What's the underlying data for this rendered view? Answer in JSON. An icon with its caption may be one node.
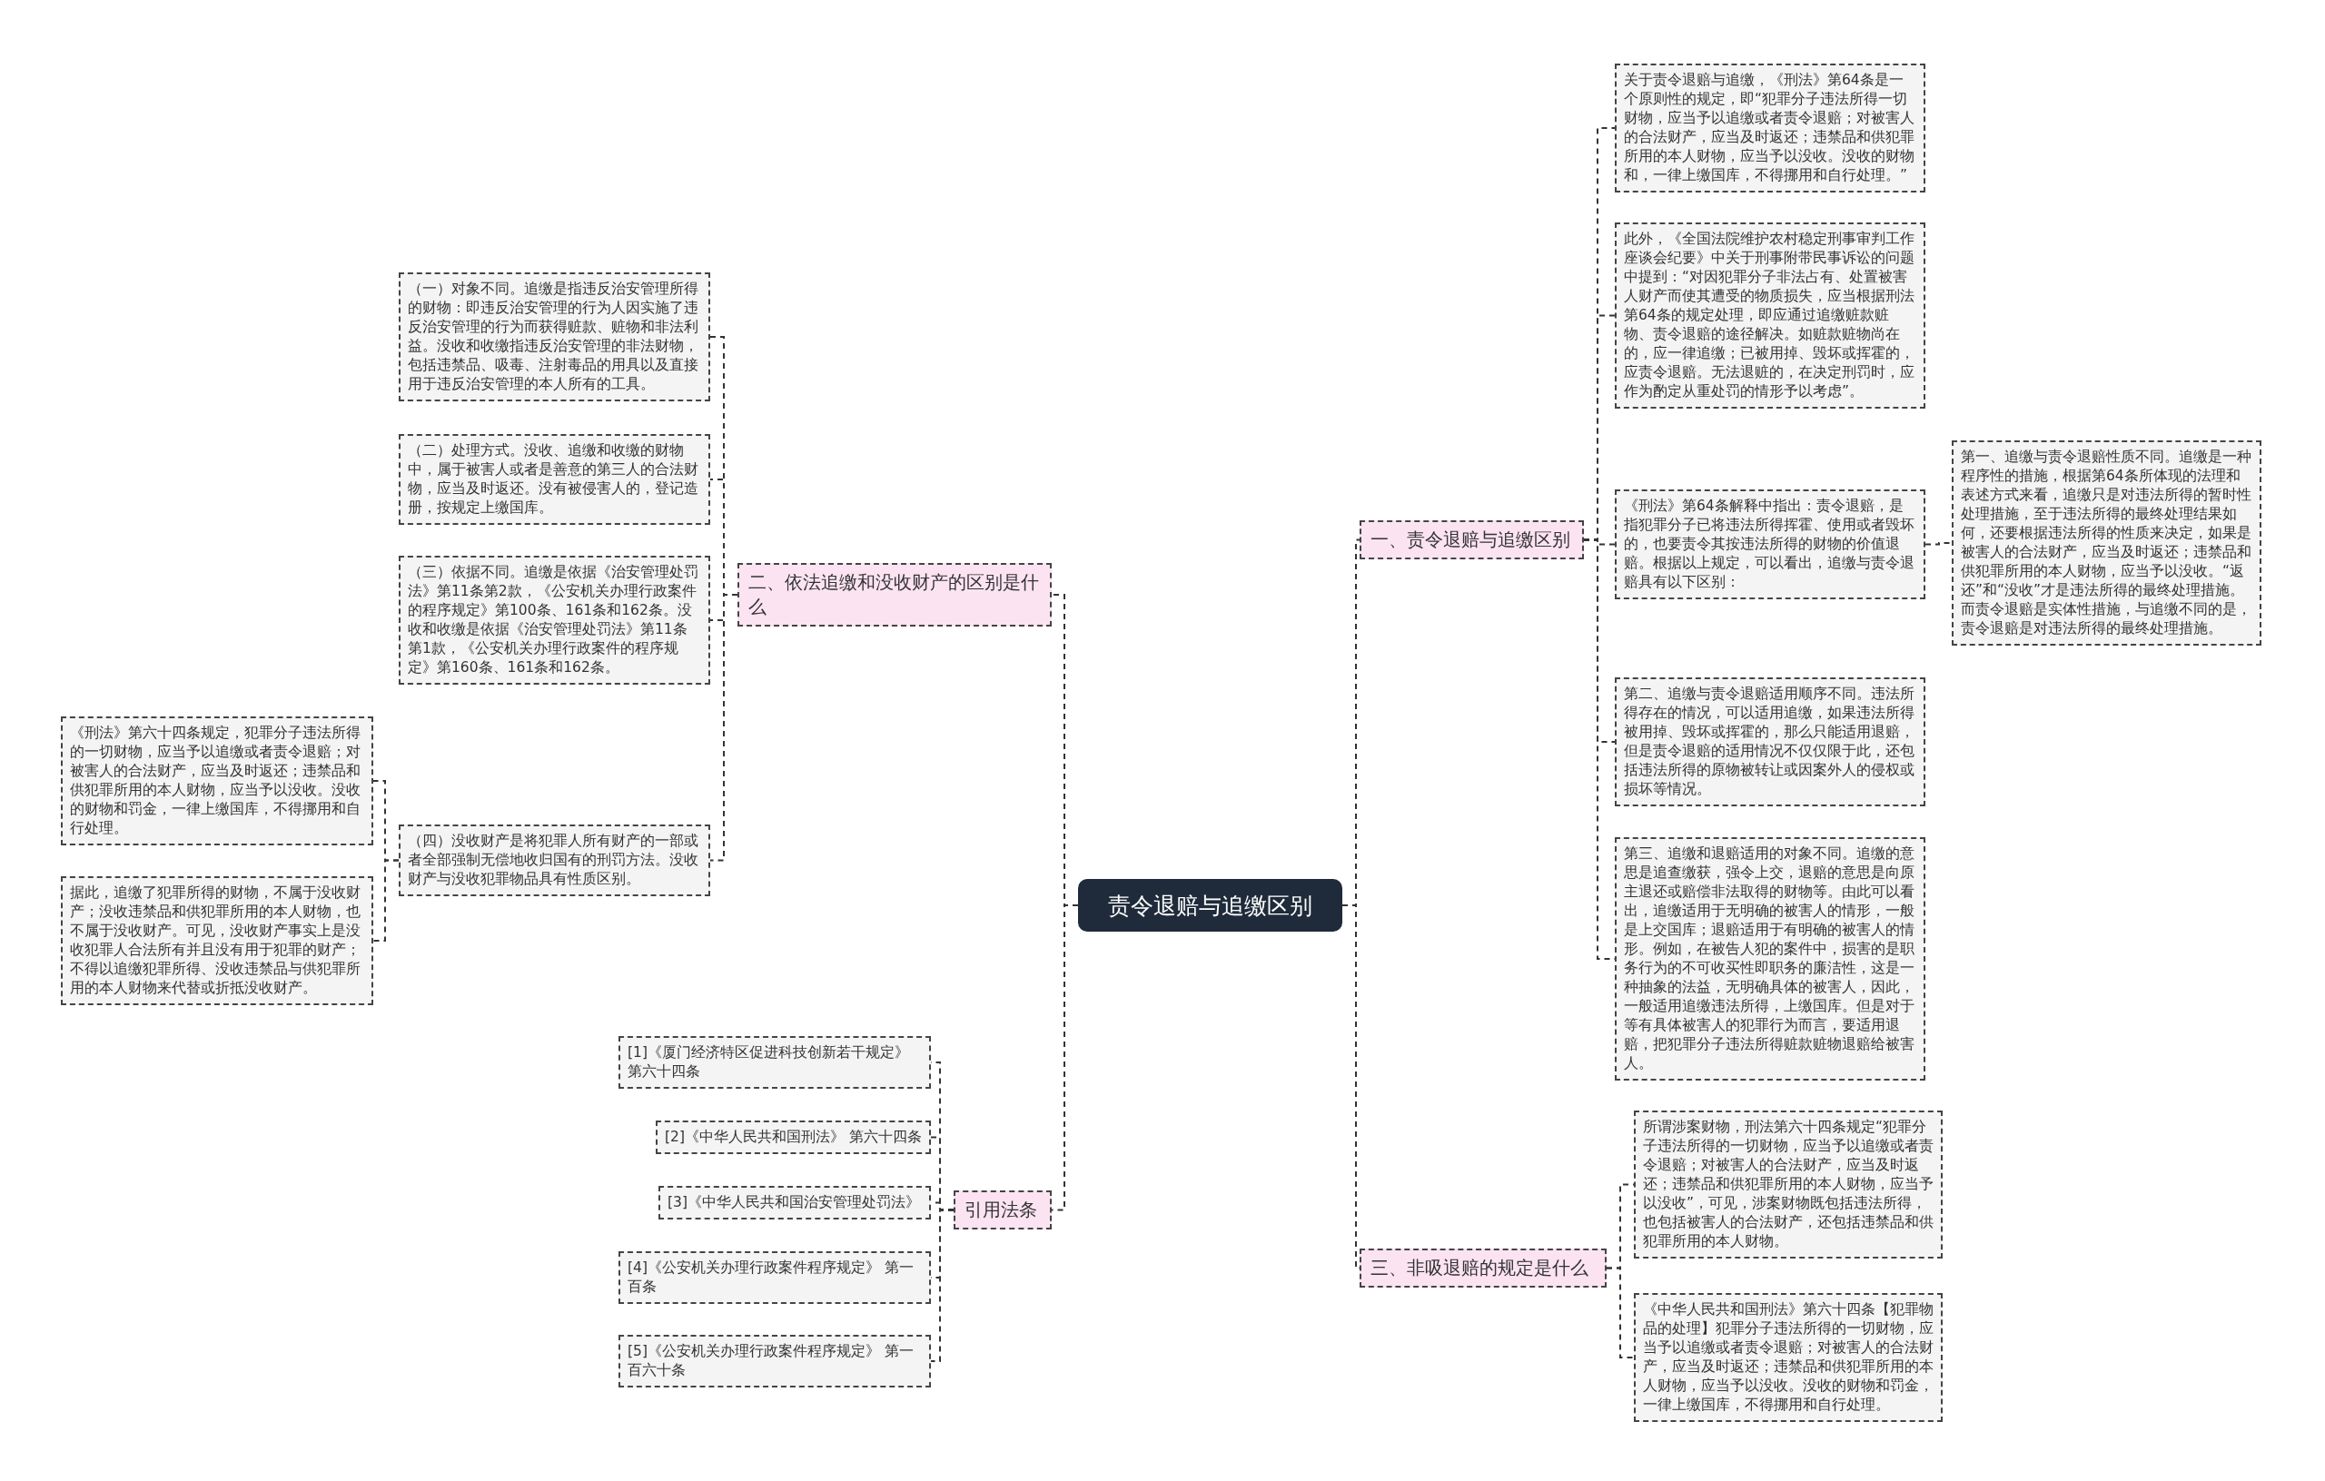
{
  "diagram": {
    "nodes": [
      {
        "text": [
          "责令退赔与追缴区别"
        ]
      },
      {
        "text": [
          "一、责令退赔与追缴区别"
        ]
      },
      {
        "text": [
          "三、非吸退赔的规定是什么"
        ]
      },
      {
        "text": [
          "二、依法追缴和没收财产的区别是什么"
        ]
      },
      {
        "text": [
          "引用法条"
        ]
      },
      {
        "text": [
          "关于责令退赔与追缴，《刑法》第64条是一个原则性的规定，即“犯罪分子违法所得一切财物，应当予以追缴或者责令退赔；对被害人的合法财产，应当及时返还；违禁品和供犯罪所用的本人财物，应当予以没收。没收的财物和，一律上缴国库，不得挪用和自行处理。”"
        ]
      },
      {
        "text": [
          "此外，《全国法院维护农村稳定刑事审判工作座谈会纪要》中关于刑事附带民事诉讼的问题中提到：“对因犯罪分子非法占有、处置被害人财产而使其遭受的物质损失，应当根据刑法第64条的规定处理，即应通过追缴赃款赃物、责令退赔的途径解决。如赃款赃物尚在的，应一律追缴；已被用掉、毁坏或挥霍的，应责令退赔。无法退赃的，在决定刑罚时，应作为酌定从重处罚的情形予以考虑”。"
        ]
      },
      {
        "text": [
          "《刑法》第64条解释中指出：责令退赔，是指犯罪分子已将违法所得挥霍、使用或者毁坏的，也要责令其按违法所得的财物的价值退赔。根据以上规定，可以看出，追缴与责令退赔具有以下区别："
        ]
      },
      {
        "text": [
          "第一、追缴与责令退赔性质不同。追缴是一种程序性的措施，根据第64条所体现的法理和表述方式来看，追缴只是对违法所得的暂时性处理措施，至于违法所得的最终处理结果如何，还要根据违法所得的性质来决定，如果是被害人的合法财产，应当及时返还；违禁品和供犯罪所用的本人财物，应当予以没收。“返还”和“没收”才是违法所得的最终处理措施。而责令退赔是实体性措施，与追缴不同的是，责令退赔是对违法所得的最终处理措施。"
        ]
      },
      {
        "text": [
          "第二、追缴与责令退赔适用顺序不同。违法所得存在的情况，可以适用追缴，如果违法所得被用掉、毁坏或挥霍的，那么只能适用退赔，但是责令退赔的适用情况不仅仅限于此，还包括违法所得的原物被转让或因案外人的侵权或损坏等情况。"
        ]
      },
      {
        "text": [
          "第三、追缴和退赔适用的对象不同。追缴的意思是追查缴获，强令上交，退赔的意思是向原主退还或赔偿非法取得的财物等。由此可以看出，追缴适用于无明确的被害人的情形，一般是上交国库；退赔适用于有明确的被害人的情形。例如，在被告人犯的案件中，损害的是职务行为的不可收买性即职务的廉洁性，这是一种抽象的法益，无明确具体的被害人，因此，一般适用追缴违法所得，上缴国库。但是对于等有具体被害人的犯罪行为而言，要适用退赔，把犯罪分子违法所得赃款赃物退赔给被害人。"
        ]
      },
      {
        "text": [
          "所谓涉案财物，刑法第六十四条规定“犯罪分子违法所得的一切财物，应当予以追缴或者责令退赔；对被害人的合法财产，应当及时返还；违禁品和供犯罪所用的本人财物，应当予以没收”，可见，涉案财物既包括违法所得，也包括被害人的合法财产，还包括违禁品和供犯罪所用的本人财物。"
        ]
      },
      {
        "text": [
          "《中华人民共和国刑法》第六十四条【犯罪物品的处理】犯罪分子违法所得的一切财物，应当予以追缴或者责令退赔；对被害人的合法财产，应当及时返还；违禁品和供犯罪所用的本人财物，应当予以没收。没收的财物和罚金，一律上缴国库，不得挪用和自行处理。"
        ]
      },
      {
        "text": [
          "（一）对象不同。追缴是指违反治安管理所得的财物：即违反治安管理的行为人因实施了违反治安管理的行为而获得赃款、赃物和非法利益。没收和收缴指违反治安管理的非法财物，包括违禁品、吸毒、注射毒品的用具以及直接用于违反治安管理的本人所有的工具。"
        ]
      },
      {
        "text": [
          "（二）处理方式。没收、追缴和收缴的财物中，属于被害人或者是善意的第三人的合法财物，应当及时返还。没有被侵害人的，登记造册，按规定上缴国库。"
        ]
      },
      {
        "text": [
          "（三）依据不同。追缴是依据《治安管理处罚法》第11条第2款，《公安机关办理行政案件的程序规定》第100条、161条和162条。没收和收缴是依据《治安管理处罚法》第11条第1款，《公安机关办理行政案件的程序规定》第160条、161条和162条。"
        ]
      },
      {
        "text": [
          "（四）没收财产是将犯罪人所有财产的一部或者全部强制无偿地收归国有的刑罚方法。没收财产与没收犯罪物品具有性质区别。"
        ]
      },
      {
        "text": [
          "《刑法》第六十四条规定，犯罪分子违法所得的一切财物，应当予以追缴或者责令退赔；对被害人的合法财产，应当及时返还；违禁品和供犯罪所用的本人财物，应当予以没收。没收的财物和罚金，一律上缴国库，不得挪用和自行处理。"
        ]
      },
      {
        "text": [
          "据此，追缴了犯罪所得的财物，不属于没收财产；没收违禁品和供犯罪所用的本人财物，也不属于没收财产。可见，没收财产事实上是没收犯罪人合法所有并且没有用于犯罪的财产；不得以追缴犯罪所得、没收违禁品与供犯罪所用的本人财物来代替或折抵没收财产。"
        ]
      },
      {
        "text": [
          "[1]《厦门经济特区促进科技创新若干规定》第六十四条"
        ]
      },
      {
        "text": [
          "[2]《中华人民共和国刑法》 第六十四条"
        ]
      },
      {
        "text": [
          "[3]《中华人民共和国治安管理处罚法》"
        ]
      },
      {
        "text": [
          "[4]《公安机关办理行政案件程序规定》 第一百条"
        ]
      },
      {
        "text": [
          "[5]《公安机关办理行政案件程序规定》 第一百六十条"
        ]
      }
    ],
    "edges": [
      {
        "from": 0,
        "to": 1,
        "arrow": "none"
      },
      {
        "from": 0,
        "to": 2,
        "arrow": "none"
      },
      {
        "from": 0,
        "to": 3,
        "arrow": "none"
      },
      {
        "from": 0,
        "to": 4,
        "arrow": "none"
      },
      {
        "from": 1,
        "to": 5,
        "arrow": "none"
      },
      {
        "from": 1,
        "to": 6,
        "arrow": "none"
      },
      {
        "from": 1,
        "to": 7,
        "arrow": "none"
      },
      {
        "from": 7,
        "to": 8,
        "arrow": "none"
      },
      {
        "from": 1,
        "to": 9,
        "arrow": "none"
      },
      {
        "from": 1,
        "to": 10,
        "arrow": "none"
      },
      {
        "from": 2,
        "to": 11,
        "arrow": "none"
      },
      {
        "from": 2,
        "to": 12,
        "arrow": "none"
      },
      {
        "from": 3,
        "to": 13,
        "arrow": "none"
      },
      {
        "from": 3,
        "to": 14,
        "arrow": "none"
      },
      {
        "from": 3,
        "to": 15,
        "arrow": "none"
      },
      {
        "from": 3,
        "to": 16,
        "arrow": "none"
      },
      {
        "from": 16,
        "to": 17,
        "arrow": "none"
      },
      {
        "from": 16,
        "to": 18,
        "arrow": "none"
      },
      {
        "from": 4,
        "to": 19,
        "arrow": "none"
      },
      {
        "from": 4,
        "to": 20,
        "arrow": "none"
      },
      {
        "from": 4,
        "to": 21,
        "arrow": "none"
      },
      {
        "from": 4,
        "to": 22,
        "arrow": "none"
      },
      {
        "from": 4,
        "to": 23,
        "arrow": "none"
      }
    ]
  }
}
